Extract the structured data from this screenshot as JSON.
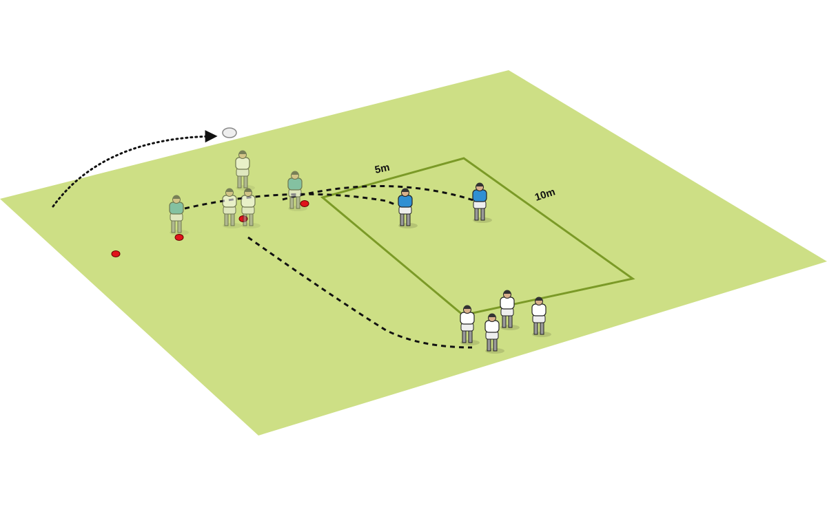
{
  "diagram": {
    "labels": {
      "grid_width": "5m",
      "grid_length": "10m"
    },
    "colors": {
      "pitch": "#cddf85",
      "grid_line": "#7b9a27",
      "cone": "#e0141b",
      "attack_shirt": "#ffffff",
      "defence_shirt": "#2f8fd3",
      "lineout_shirt": "#4aa9b8"
    },
    "players": {
      "lineout_team_count": 5,
      "defenders_count": 2,
      "attackers_count": 4
    },
    "cones_count": 4
  }
}
